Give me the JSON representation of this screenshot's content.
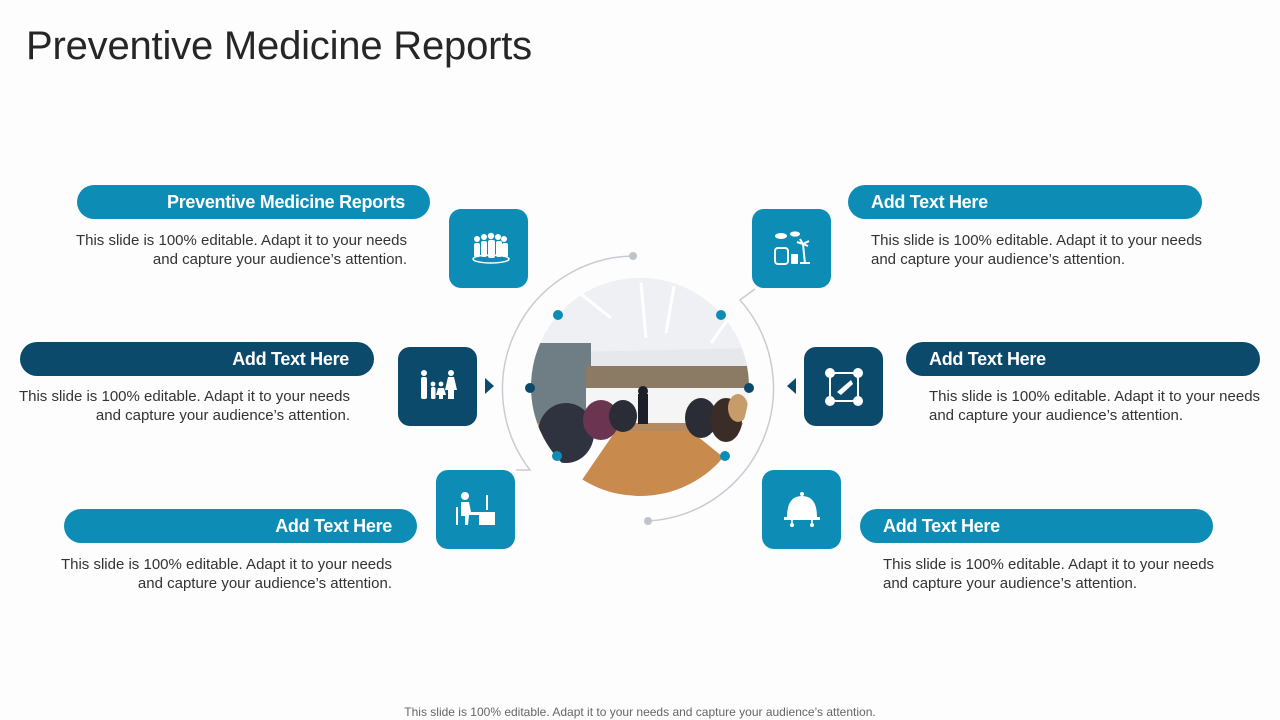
{
  "title": "Preventive Medicine Reports",
  "colors": {
    "light_blue": "#0d8db6",
    "dark_blue": "#0b4a6b",
    "title_text": "#262626",
    "body_text": "#333333"
  },
  "items": [
    {
      "heading": "Preventive Medicine Reports",
      "description": "This slide is 100% editable. Adapt it to your needs and capture your audience’s attention.",
      "icon": "team-group-icon",
      "position": "top-left"
    },
    {
      "heading": "Add Text Here",
      "description": "This slide is 100% editable. Adapt it to your needs and capture your audience’s attention.",
      "icon": "family-icon",
      "position": "middle-left"
    },
    {
      "heading": "Add Text Here",
      "description": "This slide is 100% editable. Adapt it to your needs and capture your audience’s attention.",
      "icon": "person-at-desk-icon",
      "position": "bottom-left"
    },
    {
      "heading": "Add Text Here",
      "description": "This slide is 100% editable. Adapt it to your needs and capture your audience’s attention.",
      "icon": "travel-vacation-icon",
      "position": "top-right"
    },
    {
      "heading": "Add Text Here",
      "description": "This slide is 100% editable. Adapt it to your needs and capture your audience’s attention.",
      "icon": "megaphone-network-icon",
      "position": "middle-right"
    },
    {
      "heading": "Add Text Here",
      "description": "This slide is 100% editable. Adapt it to your needs and capture your audience’s attention.",
      "icon": "food-cloche-icon",
      "position": "bottom-right"
    }
  ],
  "center_image": "conference-meeting-photo",
  "footer": "This slide is 100% editable. Adapt it to your needs and capture your audience’s attention."
}
